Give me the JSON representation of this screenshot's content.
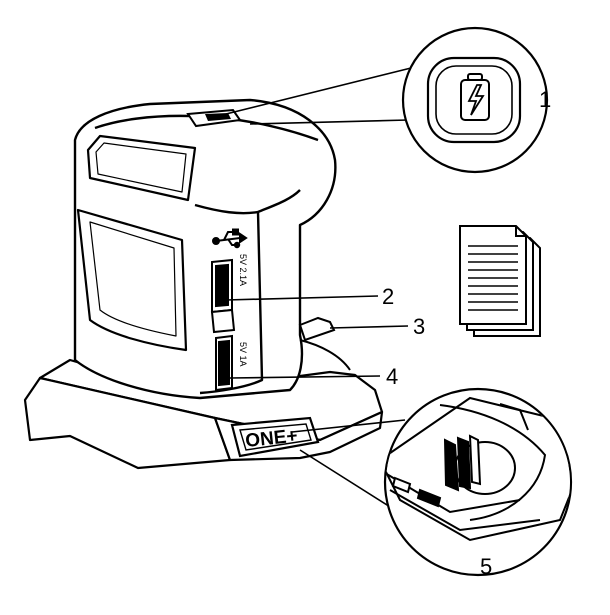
{
  "callouts": {
    "c1": "1",
    "c2": "2",
    "c3": "3",
    "c4": "4",
    "c5": "5"
  },
  "port_labels": {
    "upper": "5V 2.1A",
    "lower": "5V 1A"
  },
  "logo": {
    "text": "ONE+"
  },
  "icons": {
    "charge": "battery-charge-icon",
    "usb": "usb-icon",
    "documents": "document-stack-icon"
  }
}
